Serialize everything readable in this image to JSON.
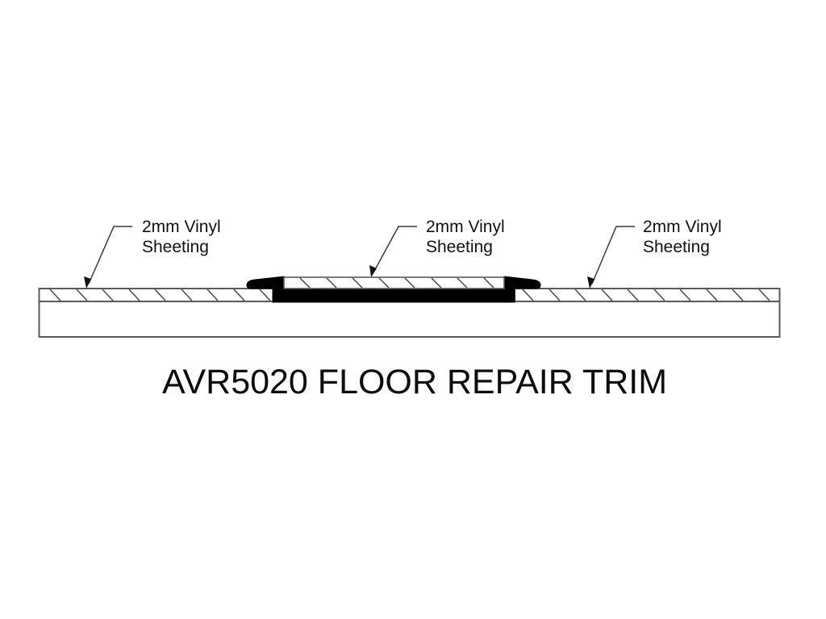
{
  "title": "AVR5020 FLOOR REPAIR TRIM",
  "callouts": [
    {
      "line1": "2mm Vinyl",
      "line2": "Sheeting",
      "target": "left-vinyl-sheet"
    },
    {
      "line1": "2mm Vinyl",
      "line2": "Sheeting",
      "target": "center-vinyl-insert"
    },
    {
      "line1": "2mm Vinyl",
      "line2": "Sheeting",
      "target": "right-vinyl-sheet"
    }
  ],
  "colors": {
    "line": "#555555",
    "trim_fill": "#000000",
    "text": "#111111",
    "background": "#ffffff"
  },
  "components": {
    "substrate": "floor substrate (unhatched)",
    "vinyl": "2mm vinyl sheeting (diagonal hatch)",
    "trim": "repair trim profile (solid black)"
  }
}
